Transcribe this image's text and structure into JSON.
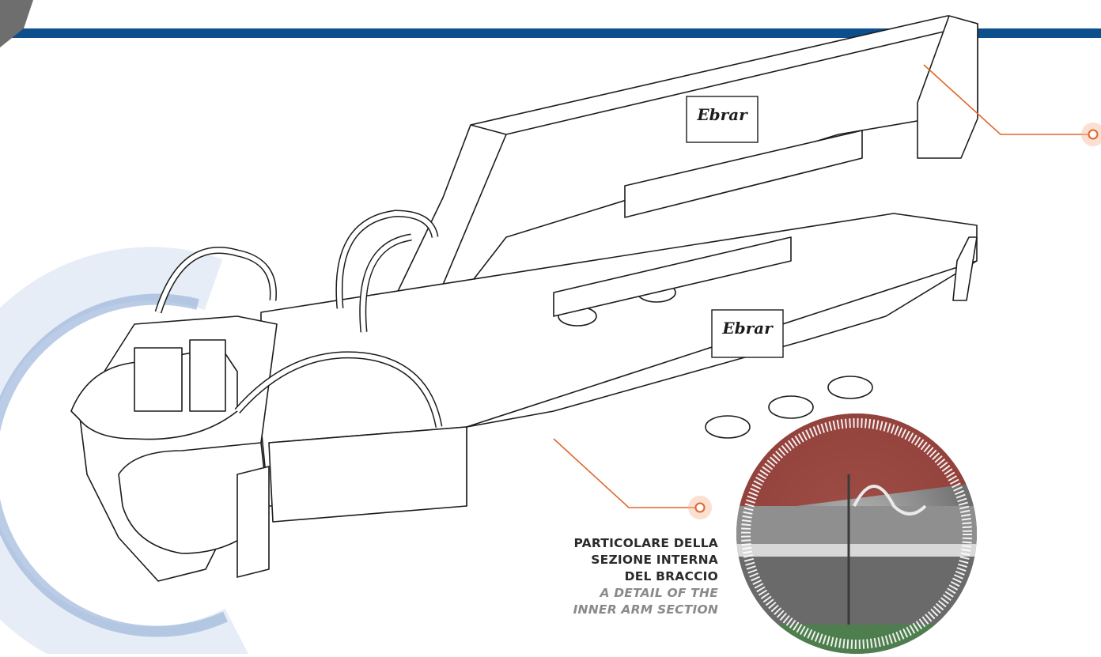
{
  "figure": {
    "brand_text": "Ebrar",
    "colors": {
      "header_band": "#0d4e8c",
      "accent_orange": "#e0662a",
      "accent_ring": "#f6b79a",
      "halo_blue": "#9cb7dc",
      "line": "#1c1c1c"
    },
    "callout_bottom": {
      "label_it_lines": [
        "PARTICOLARE DELLA",
        "SEZIONE INTERNA",
        "DEL BRACCIO"
      ],
      "label_en_lines": [
        "A DETAIL OF THE",
        "INNER ARM SECTION"
      ]
    },
    "callout_top_right": {
      "marker": "callout-dot"
    },
    "detail_photo": {
      "subject": "inner-arm-section"
    }
  }
}
